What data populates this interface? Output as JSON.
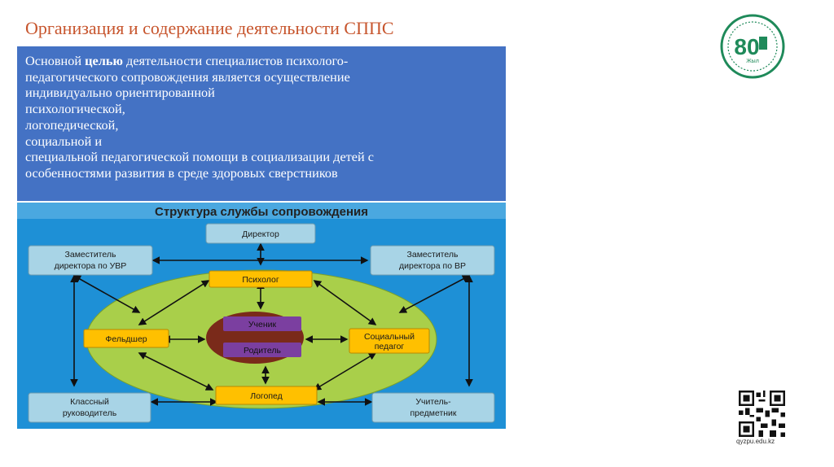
{
  "slide": {
    "title": "Организация и содержание деятельности  СППС",
    "website": "qyzpu.edu.kz",
    "logo": {
      "text": "80",
      "sub": "Жыл",
      "icon": "anniversary-seal-icon"
    },
    "qr_icon": "qr-code-icon"
  },
  "textbox": {
    "line1_before": "Основной ",
    "line1_bold": "целью",
    "line1_after": " деятельности специалистов психолого-",
    "line2": "педагогического сопровождения является осуществление",
    "line3": "индивидуально ориентированной",
    "line4": "психологической,",
    "line5": "логопедической,",
    "line6": "социальной и",
    "line7": "специальной педагогической помощи в социализации детей с",
    "line8": "особенностями развития в среде здоровых сверстников"
  },
  "diagram": {
    "title": "Структура службы сопровождения",
    "colors": {
      "background": "#1e90d6",
      "outer_ellipse": "#a9cf4a",
      "inner_ellipse": "#7a2a1a",
      "blue_box": "#a8d4e6",
      "orange_box": "#ffc000",
      "purple_box": "#7b3fa0"
    },
    "director": "Директор",
    "deputy_uvr": "Заместитель директора по УВР",
    "deputy_vr": "Заместитель директора по ВР",
    "psychologist": "Психолог",
    "medic": "Фельдшер",
    "social_pedagog": "Социальный педагог",
    "speech_therapist": "Логопед",
    "student": "Ученик",
    "parent": "Родитель",
    "class_teacher": "Классный руководитель",
    "subject_teacher": "Учитель-предметник"
  }
}
